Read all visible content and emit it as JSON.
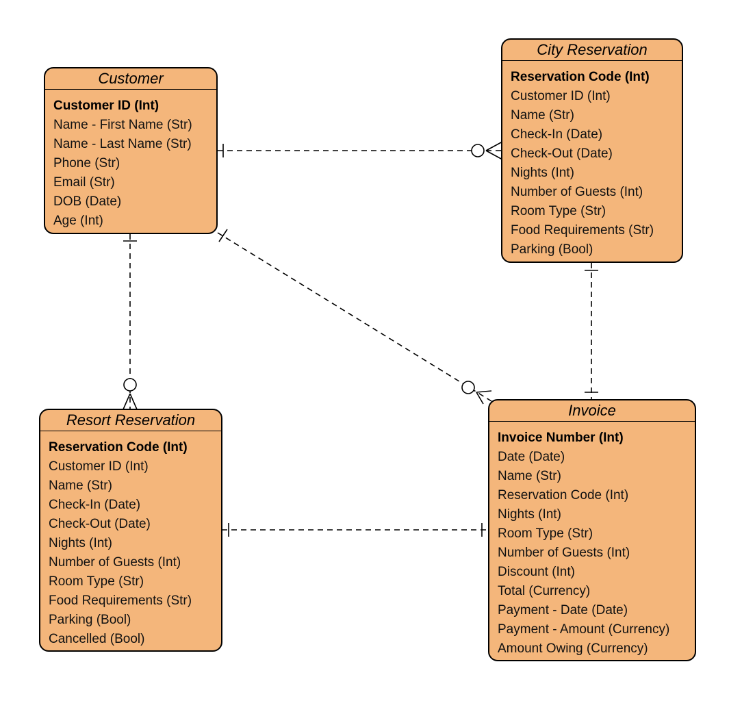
{
  "colors": {
    "entity_fill": "#f4b67b",
    "stroke": "#000000"
  },
  "entities": {
    "customer": {
      "title": "Customer",
      "attributes": [
        "Customer ID (Int)",
        "Name - First Name (Str)",
        "Name - Last Name (Str)",
        "Phone (Str)",
        "Email (Str)",
        "DOB (Date)",
        "Age (Int)"
      ]
    },
    "city_reservation": {
      "title": "City Reservation",
      "attributes": [
        "Reservation Code (Int)",
        "Customer ID (Int)",
        "Name (Str)",
        "Check-In (Date)",
        "Check-Out (Date)",
        "Nights (Int)",
        "Number of Guests (Int)",
        "Room Type (Str)",
        "Food Requirements (Str)",
        "Parking (Bool)"
      ]
    },
    "resort_reservation": {
      "title": "Resort Reservation",
      "attributes": [
        "Reservation Code (Int)",
        "Customer ID (Int)",
        "Name (Str)",
        "Check-In (Date)",
        "Check-Out (Date)",
        "Nights (Int)",
        "Number of Guests (Int)",
        "Room Type (Str)",
        "Food Requirements (Str)",
        "Parking (Bool)",
        "Cancelled (Bool)"
      ]
    },
    "invoice": {
      "title": "Invoice",
      "attributes": [
        "Invoice Number (Int)",
        "Date (Date)",
        "Name (Str)",
        "Reservation Code (Int)",
        "Nights (Int)",
        "Room Type (Str)",
        "Number of Guests (Int)",
        "Discount (Int)",
        "Total (Currency)",
        "Payment - Date (Date)",
        "Payment - Amount (Currency)",
        "Amount Owing (Currency)"
      ]
    }
  },
  "relationships": [
    {
      "from": "customer",
      "to": "city_reservation",
      "from_end": "one",
      "to_end": "zero-or-many"
    },
    {
      "from": "customer",
      "to": "resort_reservation",
      "from_end": "one",
      "to_end": "zero-or-many"
    },
    {
      "from": "customer",
      "to": "invoice",
      "from_end": "one",
      "to_end": "zero-or-many"
    },
    {
      "from": "city_reservation",
      "to": "invoice",
      "from_end": "one",
      "to_end": "one"
    },
    {
      "from": "resort_reservation",
      "to": "invoice",
      "from_end": "one",
      "to_end": "one"
    }
  ]
}
